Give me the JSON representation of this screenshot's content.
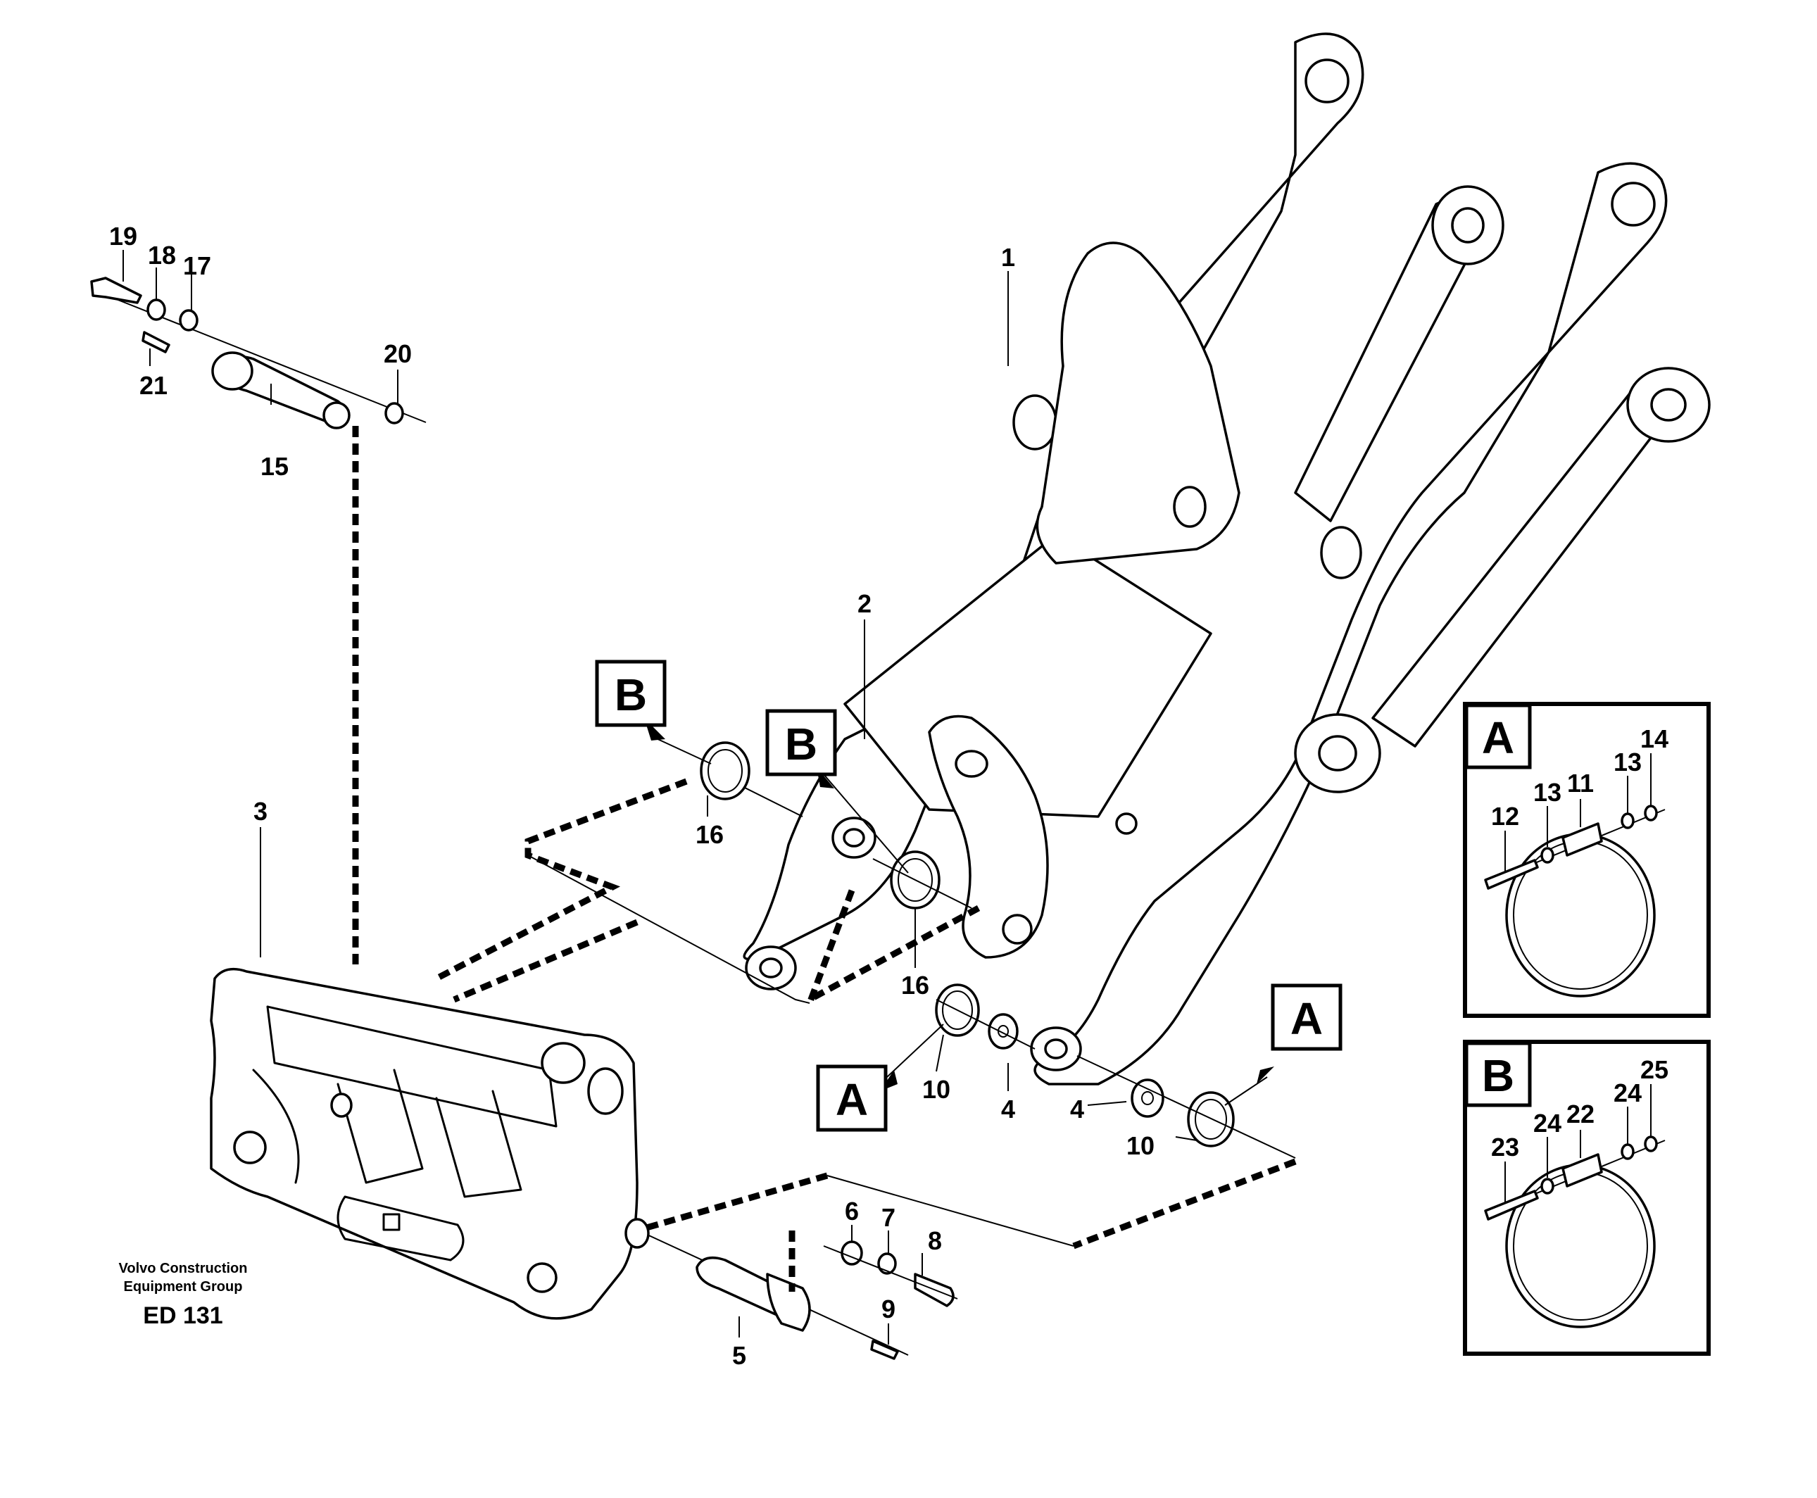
{
  "credit": {
    "line1": "Volvo Construction",
    "line2": "Equipment Group",
    "code": "ED 131"
  },
  "callouts": {
    "n1": "1",
    "n2": "2",
    "n3": "3",
    "n4a": "4",
    "n4b": "4",
    "n5": "5",
    "n6": "6",
    "n7": "7",
    "n8": "8",
    "n9": "9",
    "n10a": "10",
    "n10b": "10",
    "n15": "15",
    "n16a": "16",
    "n16b": "16",
    "n17": "17",
    "n18": "18",
    "n19": "19",
    "n20": "20",
    "n21": "21"
  },
  "view_labels": {
    "b_upper": "B",
    "b_middle": "B",
    "a_lower_left": "A",
    "a_lower_right": "A"
  },
  "detail_a": {
    "label": "A",
    "items": {
      "n11": "11",
      "n12": "12",
      "n13a": "13",
      "n13b": "13",
      "n14": "14"
    }
  },
  "detail_b": {
    "label": "B",
    "items": {
      "n22": "22",
      "n23": "23",
      "n24a": "24",
      "n24b": "24",
      "n25": "25"
    }
  }
}
